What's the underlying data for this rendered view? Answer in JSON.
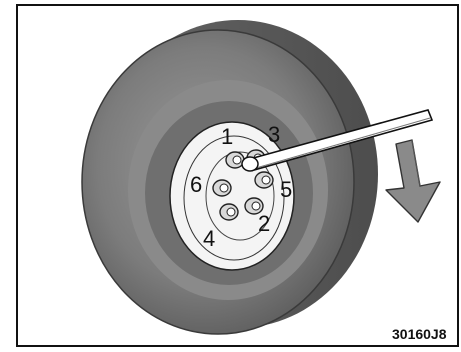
{
  "figure": {
    "code": "30160J8",
    "lug_labels": [
      "1",
      "2",
      "3",
      "4",
      "5",
      "6"
    ]
  },
  "colors": {
    "tire": "#7f7f7f",
    "tire_dark": "#565656",
    "wheel": "#f4f4f4",
    "arrow": "#8a8a8a",
    "ink": "#111111"
  },
  "icons": {
    "wrench": "lug-wrench-icon",
    "arrow": "rotation-arrow-icon"
  }
}
